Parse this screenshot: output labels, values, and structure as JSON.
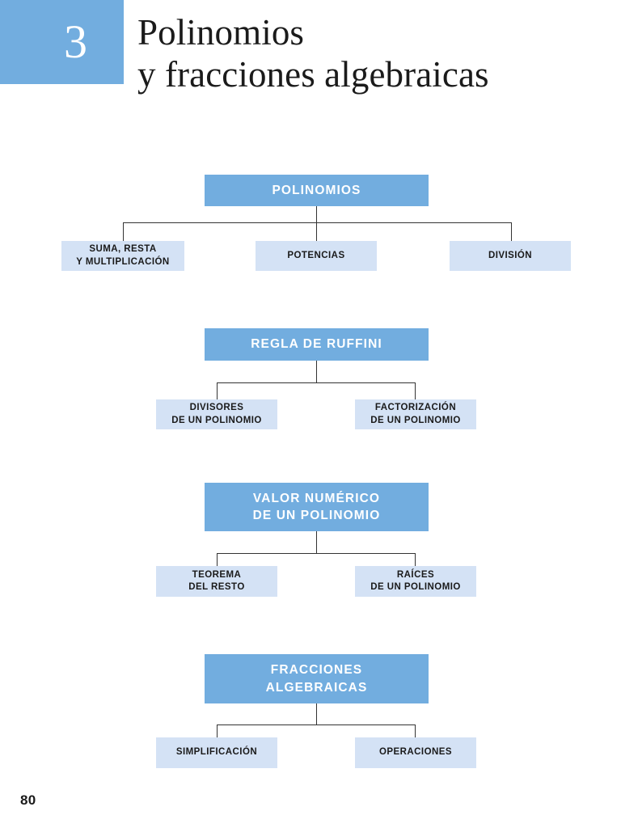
{
  "header": {
    "chapter_number": "3",
    "title_line_1": "Polinomios",
    "title_line_2": "y fracciones algebraicas",
    "badge_color": "#72addf"
  },
  "colors": {
    "root_fill": "#72addf",
    "child_fill": "#d4e2f5",
    "root_text": "#ffffff",
    "child_text": "#1a1a1a",
    "connector": "#333333"
  },
  "diagrams": [
    {
      "root": "POLINOMIOS",
      "children": [
        "SUMA, RESTA\nY MULTIPLICACIÓN",
        "POTENCIAS",
        "DIVISIÓN"
      ]
    },
    {
      "root": "REGLA DE RUFFINI",
      "children": [
        "DIVISORES\nDE UN POLINOMIO",
        "FACTORIZACIÓN\nDE UN POLINOMIO"
      ]
    },
    {
      "root": "VALOR NUMÉRICO\nDE UN POLINOMIO",
      "children": [
        "TEOREMA\nDEL RESTO",
        "RAÍCES\nDE UN POLINOMIO"
      ]
    },
    {
      "root": "FRACCIONES\nALGEBRAICAS",
      "children": [
        "SIMPLIFICACIÓN",
        "OPERACIONES"
      ]
    }
  ],
  "footer": {
    "page_number": "80"
  }
}
